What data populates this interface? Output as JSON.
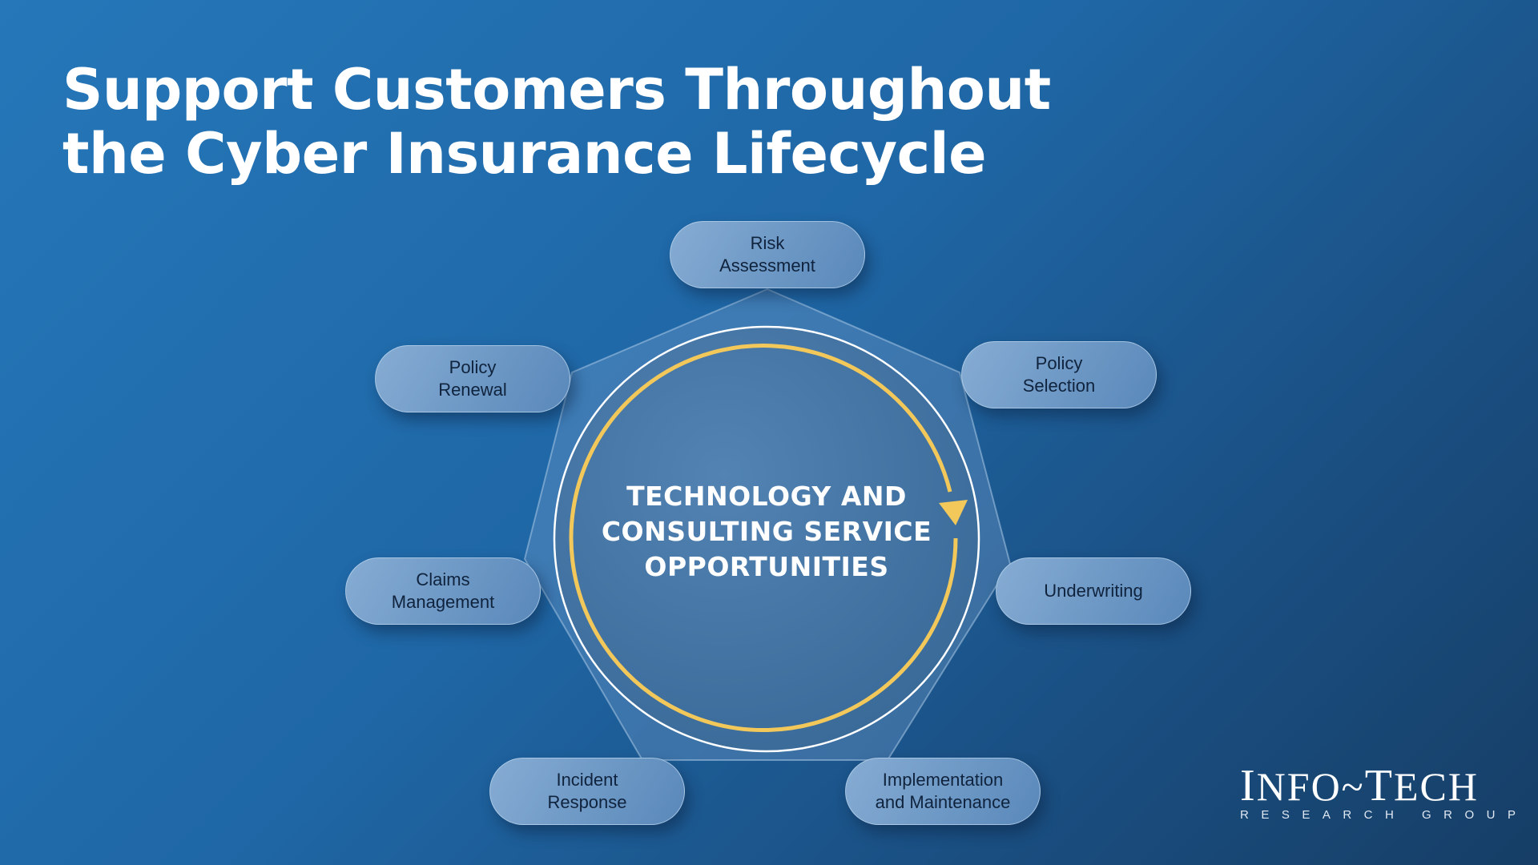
{
  "title": {
    "line1": "Support Customers Throughout",
    "line2": "the Cyber Insurance Lifecycle"
  },
  "center": {
    "line1": "TECHNOLOGY AND",
    "line2": "CONSULTING SERVICE",
    "line3": "OPPORTUNITIES"
  },
  "stages": [
    {
      "line1": "Risk",
      "line2": "Assessment"
    },
    {
      "line1": "Policy",
      "line2": "Selection"
    },
    {
      "line1": "Underwriting",
      "line2": ""
    },
    {
      "line1": "Implementation",
      "line2": "and Maintenance"
    },
    {
      "line1": "Incident",
      "line2": "Response"
    },
    {
      "line1": "Claims",
      "line2": "Management"
    },
    {
      "line1": "Policy",
      "line2": "Renewal"
    }
  ],
  "logo": {
    "main": "Info~Tech",
    "sub": "RESEARCH GROUP"
  },
  "colors": {
    "accent": "#f2c85b",
    "background": "#1f67a6",
    "pill": "#7aa3cd"
  }
}
